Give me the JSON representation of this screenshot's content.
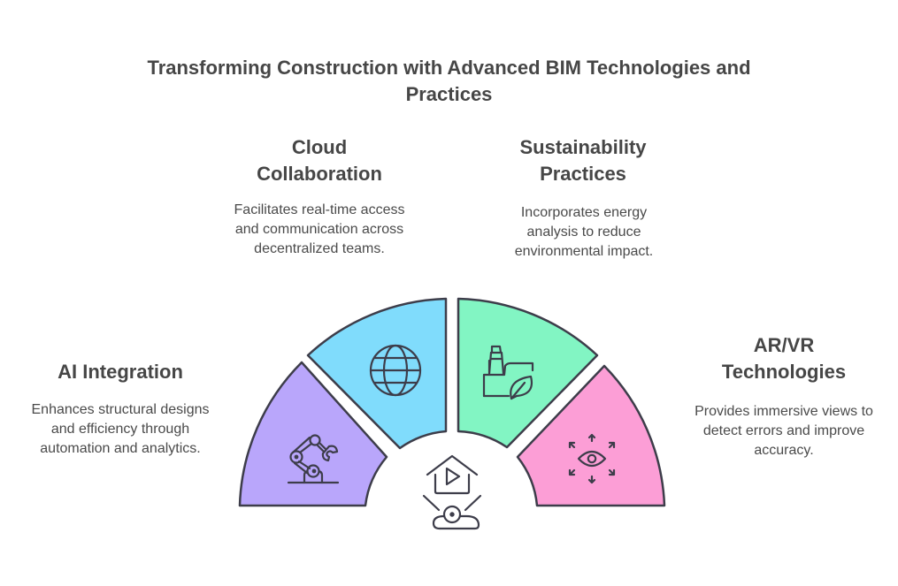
{
  "title": "Transforming Construction with Advanced BIM Technologies and Practices",
  "center": {
    "icon": "house-play-projector-icon"
  },
  "segments": [
    {
      "id": "ai-integration",
      "heading_line1": "AI Integration",
      "heading_line2": "",
      "description": "Enhances structural designs and efficiency through automation and analytics.",
      "icon": "robotic-arm-icon",
      "color": "#b9a6fb"
    },
    {
      "id": "cloud-collaboration",
      "heading_line1": "Cloud",
      "heading_line2": "Collaboration",
      "description": "Facilitates real-time access and communication across decentralized teams.",
      "icon": "globe-icon",
      "color": "#80dcfc"
    },
    {
      "id": "sustainability-practices",
      "heading_line1": "Sustainability",
      "heading_line2": "Practices",
      "description": "Incorporates energy analysis to reduce environmental impact.",
      "icon": "factory-leaf-icon",
      "color": "#82f5c3"
    },
    {
      "id": "ar-vr-technologies",
      "heading_line1": "AR/VR",
      "heading_line2": "Technologies",
      "description": "Provides immersive views to detect errors and improve accuracy.",
      "icon": "eye-view-icon",
      "color": "#fc9ed6"
    }
  ],
  "colors": {
    "stroke": "#3d3d4a",
    "text": "#464646"
  }
}
